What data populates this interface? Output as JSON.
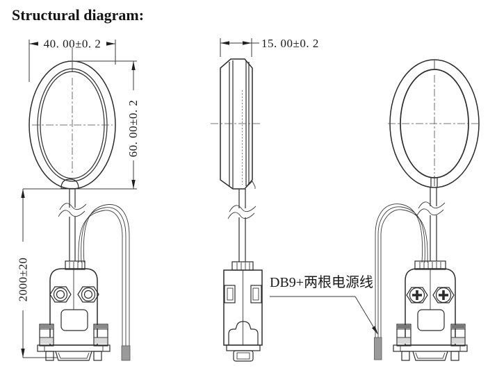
{
  "title": "Structural diagram:",
  "dimensions": {
    "head_width": "40. 00±0. 2",
    "head_thickness": "15. 00±0. 2",
    "head_height": "60. 00±0. 2",
    "cable_length": "2000±20"
  },
  "callout": {
    "connector_label": "DB9+两根电源线"
  },
  "colors": {
    "background": "#ffffff",
    "line": "#2b2b2b",
    "wire_tip": "#9a9a9a",
    "text": "#161616"
  }
}
